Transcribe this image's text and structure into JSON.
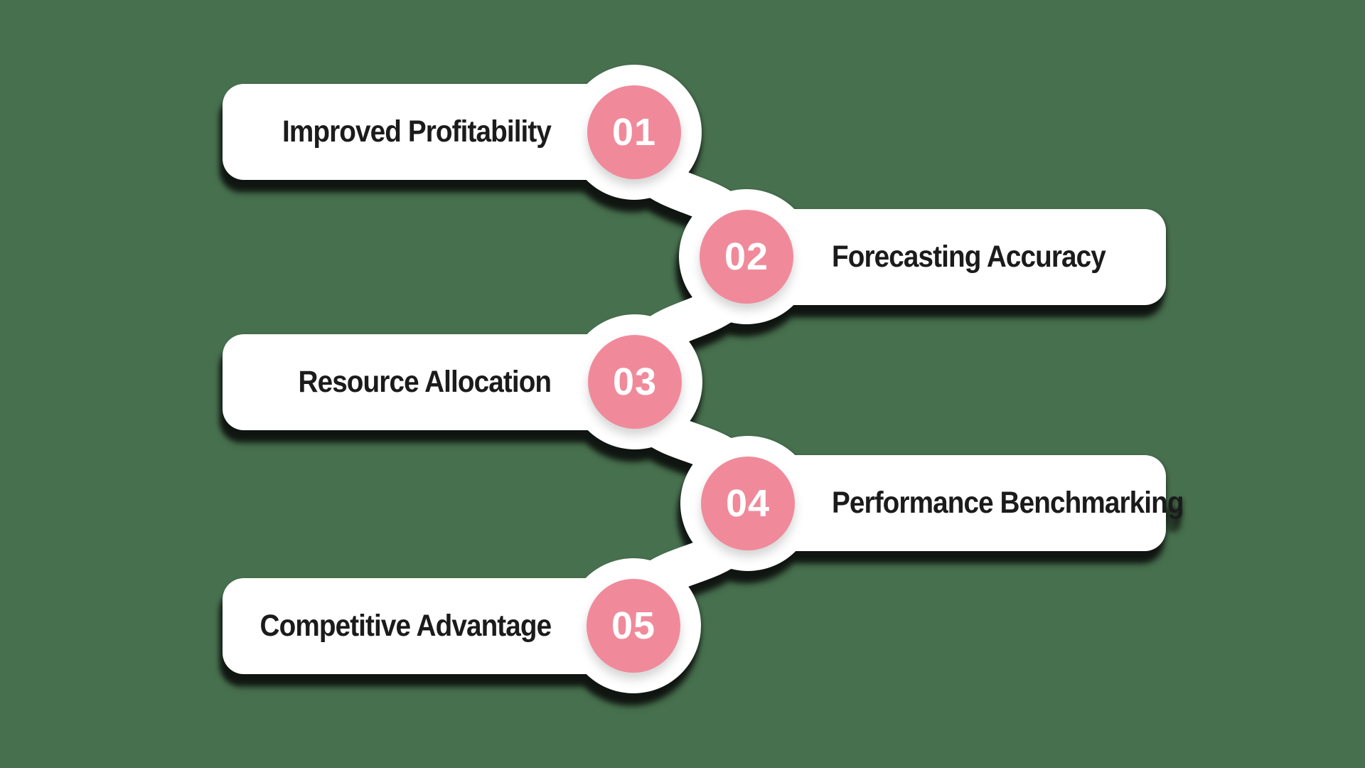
{
  "colors": {
    "background": "#47704E",
    "card": "#FFFFFF",
    "accent_pink": "#F08A9A",
    "label_text": "#1B1B1B",
    "number_text": "#FFFFFF"
  },
  "items": [
    {
      "number": "01",
      "label": "Improved Profitability",
      "side": "left"
    },
    {
      "number": "02",
      "label": "Forecasting Accuracy",
      "side": "right"
    },
    {
      "number": "03",
      "label": "Resource Allocation",
      "side": "left"
    },
    {
      "number": "04",
      "label": "Performance Benchmarking",
      "side": "right"
    },
    {
      "number": "05",
      "label": "Competitive Advantage",
      "side": "left"
    }
  ]
}
